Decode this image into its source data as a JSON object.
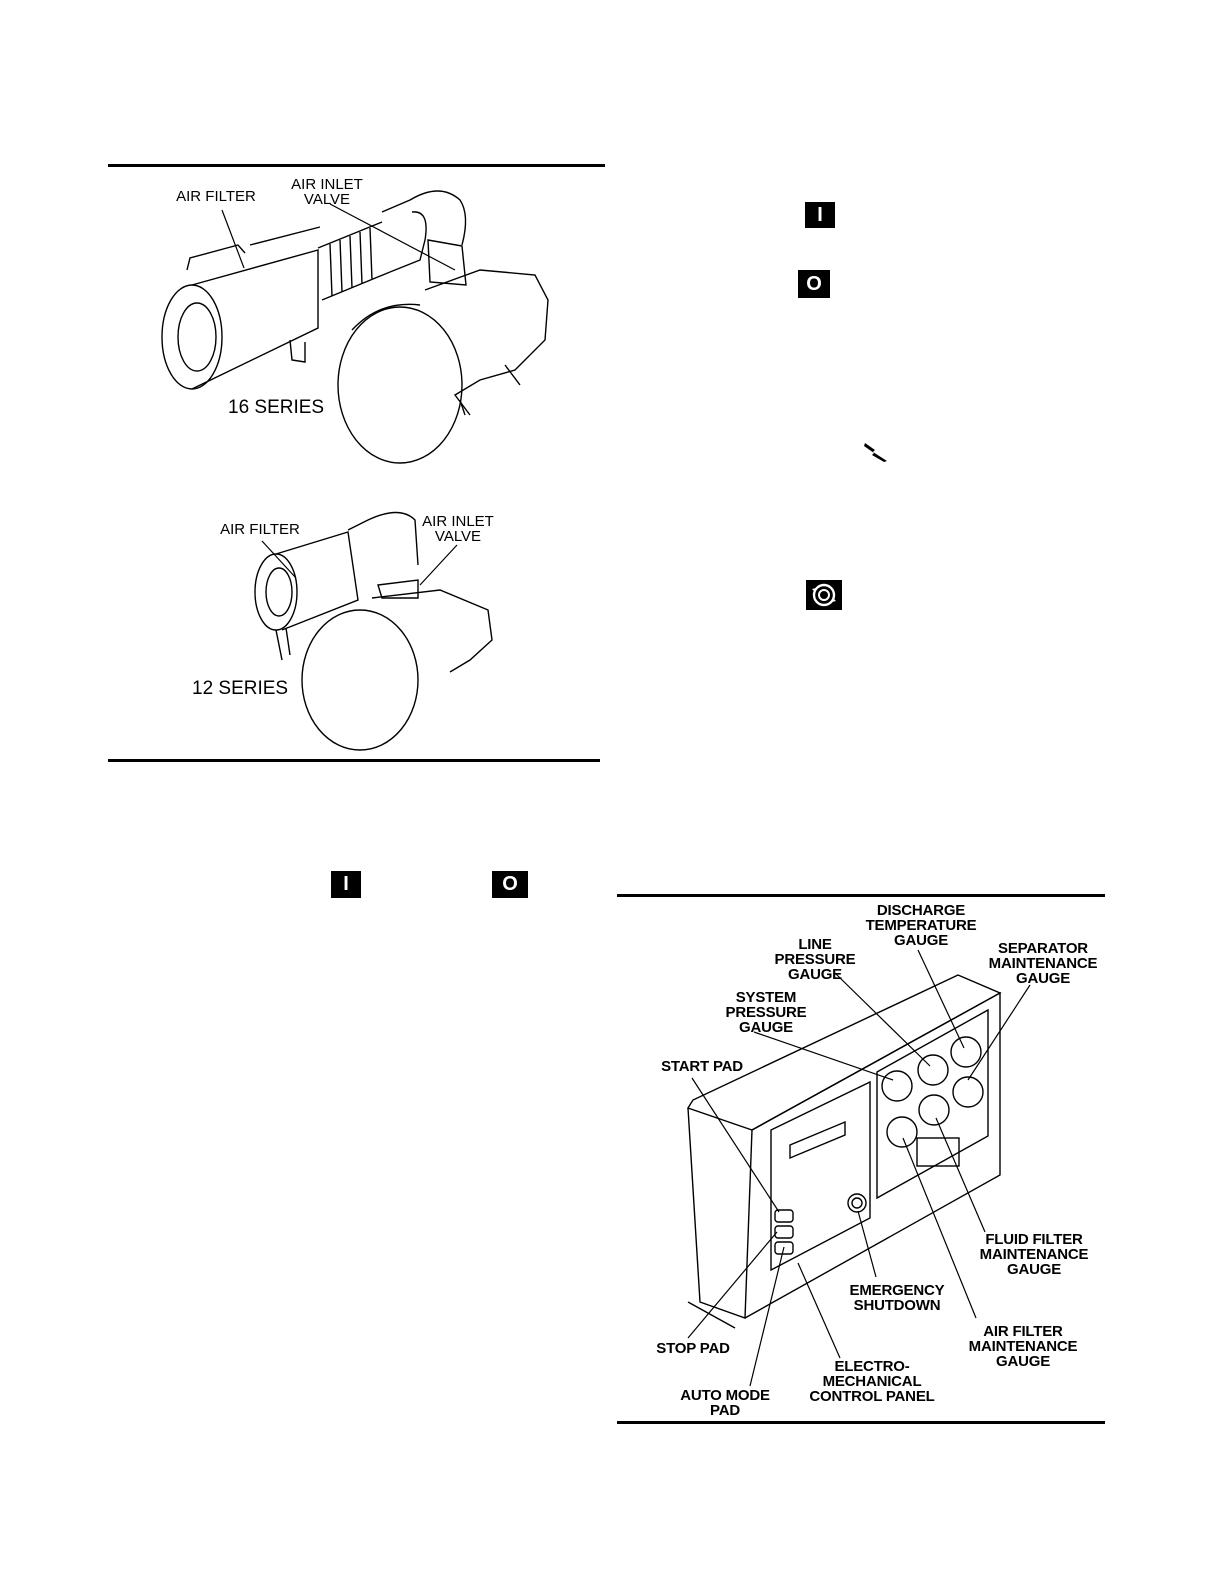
{
  "figure_top": {
    "series_16": {
      "air_filter_label": "AIR FILTER",
      "air_inlet_valve_label": [
        "AIR INLET",
        "VALVE"
      ],
      "series_label": "16 SERIES"
    },
    "series_12": {
      "air_filter_label": "AIR FILTER",
      "air_inlet_valve_label": [
        "AIR INLET",
        "VALVE"
      ],
      "series_label": "12 SERIES"
    }
  },
  "symbols": {
    "start": "I",
    "stop": "O",
    "hazard_icon": "lightning-bolt-icon",
    "auto_icon": "auto-mode-icon"
  },
  "figure_panel": {
    "labels": {
      "discharge_temperature_gauge": [
        "DISCHARGE",
        "TEMPERATURE",
        "GAUGE"
      ],
      "line_pressure_gauge": [
        "LINE",
        "PRESSURE",
        "GAUGE"
      ],
      "separator_maintenance_gauge": [
        "SEPARATOR",
        "MAINTENANCE",
        "GAUGE"
      ],
      "system_pressure_gauge": [
        "SYSTEM",
        "PRESSURE",
        "GAUGE"
      ],
      "start_pad": [
        "START PAD"
      ],
      "fluid_filter_maintenance_gauge": [
        "FLUID FILTER",
        "MAINTENANCE",
        "GAUGE"
      ],
      "emergency_shutdown": [
        "EMERGENCY",
        "SHUTDOWN"
      ],
      "air_filter_maintenance_gauge": [
        "AIR FILTER",
        "MAINTENANCE",
        "GAUGE"
      ],
      "stop_pad": [
        "STOP PAD"
      ],
      "electro_mechanical_control_panel": [
        "ELECTRO-",
        "MECHANICAL",
        "CONTROL PANEL"
      ],
      "auto_mode_pad": [
        "AUTO MODE",
        "PAD"
      ]
    }
  }
}
